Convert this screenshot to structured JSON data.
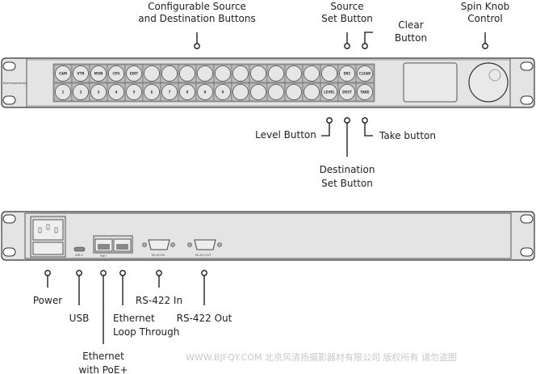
{
  "title": "Blackmagic control panel front and rear diagram",
  "front": {
    "logo": "Blackmagicdesign",
    "row1": [
      "CAM",
      "VTR",
      "MON",
      "CPU",
      "EDIT",
      "",
      "",
      "",
      "",
      "",
      "",
      "",
      "",
      "",
      "",
      "",
      "SRC",
      "CLEAR"
    ],
    "row2": [
      "1",
      "2",
      "3",
      "4",
      "5",
      "6",
      "7",
      "8",
      "9",
      "0",
      "",
      "",
      "",
      "",
      "",
      "LEVEL",
      "DEST",
      "TAKE"
    ]
  },
  "rear": {
    "usb_label": "USB-C",
    "poe_label": "PoE+",
    "rs_in_label": "RS-422 IN",
    "rs_out_label": "RS-422 OUT"
  },
  "callouts": {
    "config_1": "Configurable Source",
    "config_2": "and Destination Buttons",
    "source_1": "Source",
    "source_2": "Set Button",
    "clear_1": "Clear",
    "clear_2": "Button",
    "spin_1": "Spin Knob",
    "spin_2": "Control",
    "level": "Level Button",
    "dest_1": "Destination",
    "dest_2": "Set Button",
    "take": "Take button",
    "power": "Power",
    "usb": "USB",
    "eth_loop_1": "Ethernet",
    "eth_loop_2": "Loop Through",
    "eth_poe_1": "Ethernet",
    "eth_poe_2": "with PoE+",
    "rs_in": "RS-422 In",
    "rs_out": "RS-422 Out"
  },
  "watermark": "WWW.BJFQY.COM 北京风清扬摄影器材有限公司 版权所有 请勿盗图"
}
